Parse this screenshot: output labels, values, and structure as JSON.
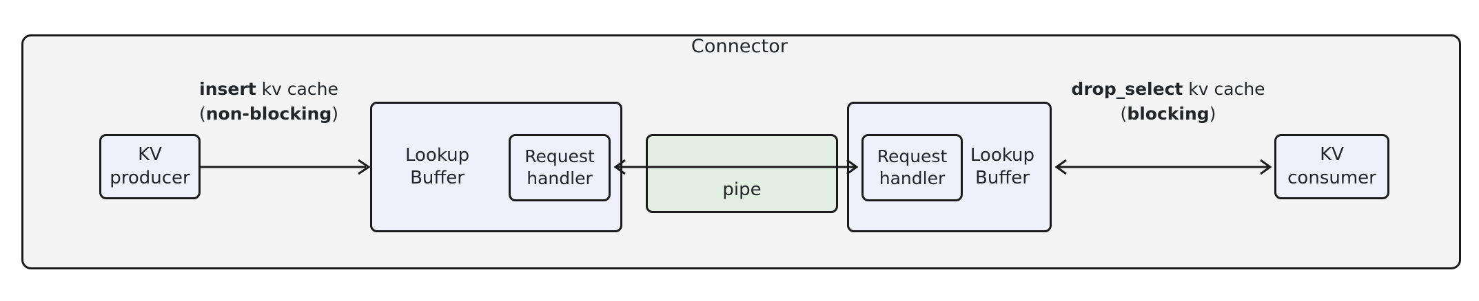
{
  "diagram": {
    "container": {
      "title": "Connector",
      "fill": "#f4f4f4",
      "stroke": "#1a1a1a"
    },
    "nodes": {
      "kv_producer": {
        "line1": "KV",
        "line2": "producer",
        "fill": "#eef1fb"
      },
      "lookup_buffer_left": {
        "line1": "Lookup",
        "line2": "Buffer",
        "fill": "#eef1fb"
      },
      "request_handler_left": {
        "line1": "Request",
        "line2": "handler",
        "fill": "#eef1fb"
      },
      "pipe": {
        "label": "pipe",
        "fill": "#e2efe2"
      },
      "request_handler_right": {
        "line1": "Request",
        "line2": "handler",
        "fill": "#eef1fb"
      },
      "lookup_buffer_right": {
        "line1": "Lookup",
        "line2": "Buffer",
        "fill": "#eef1fb"
      },
      "kv_consumer": {
        "line1": "KV",
        "line2": "consumer",
        "fill": "#eef1fb"
      }
    },
    "edges": {
      "insert": {
        "bold_1": "insert",
        "plain_1": " kv cache",
        "open_paren": "(",
        "bold_2": "non-blocking",
        "close_paren": ")"
      },
      "drop_select": {
        "bold_1": "drop_select",
        "plain_1": " kv cache",
        "open_paren": "(",
        "bold_2": "blocking",
        "close_paren": ")"
      }
    }
  }
}
